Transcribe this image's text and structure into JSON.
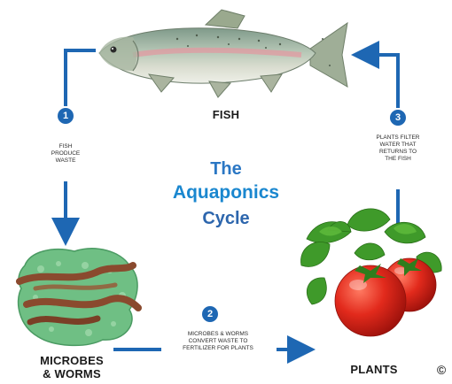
{
  "title": {
    "line1": "The",
    "line2": "Aquaponics",
    "line3": "Cycle",
    "colors": {
      "the": "#2b77c4",
      "aquaponics": "#1a87cf",
      "cycle": "#2d66ad"
    }
  },
  "nodes": {
    "fish": {
      "label": "FISH",
      "icon": "fish-illustration"
    },
    "microbes": {
      "label_line1": "MICROBES",
      "label_line2": "& WORMS",
      "icon": "worms-on-green-substrate"
    },
    "plants": {
      "label": "PLANTS",
      "icon": "tomato-plant"
    }
  },
  "steps": [
    {
      "number": "1",
      "line1": "FISH",
      "line2": "PRODUCE",
      "line3": "WASTE"
    },
    {
      "number": "2",
      "line1": "MICROBES & WORMS",
      "line2": "CONVERT WASTE TO",
      "line3": "FERTILIZER FOR PLANTS"
    },
    {
      "number": "3",
      "line1": "PLANTS FILTER",
      "line2": "WATER THAT",
      "line3": "RETURNS TO",
      "line4": "THE FISH"
    }
  ],
  "copyright": "©",
  "colors": {
    "arrow": "#1e67b3",
    "badge": "#1e67b3",
    "fish_body": "#9fb5a2",
    "worm": "#8a4a2e",
    "substrate": "#6fbf84",
    "tomato": "#d8231a",
    "leaf": "#3f9a2a"
  }
}
